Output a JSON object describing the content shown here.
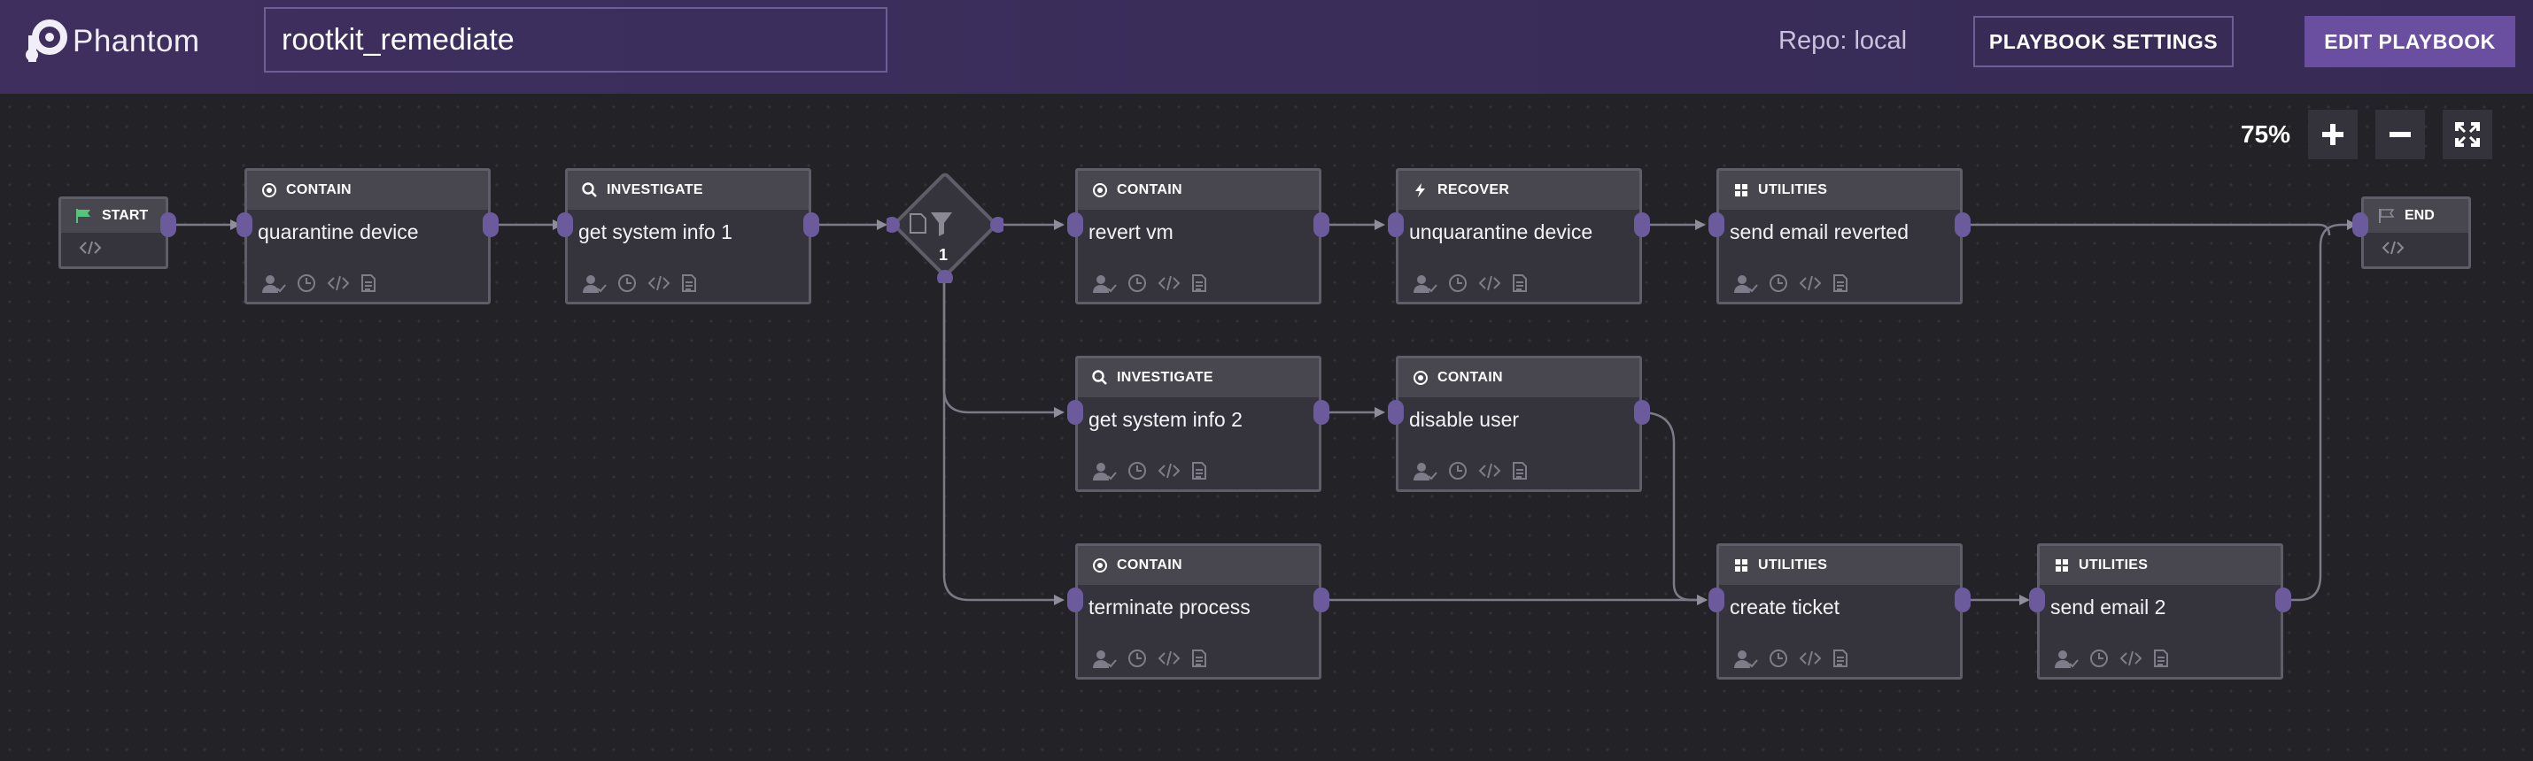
{
  "header": {
    "app_name": "Phantom",
    "playbook_name": "rootkit_remediate",
    "repo": "Repo: local",
    "settings_button": "PLAYBOOK SETTINGS",
    "edit_button": "EDIT PLAYBOOK"
  },
  "canvas": {
    "zoom": "75%",
    "start_label": "START",
    "end_label": "END",
    "filter_count": "1"
  },
  "nodes": [
    {
      "category": "CONTAIN",
      "title": "quarantine device",
      "icon": "target-icon"
    },
    {
      "category": "INVESTIGATE",
      "title": "get system info 1",
      "icon": "search-icon"
    },
    {
      "category": "CONTAIN",
      "title": "revert vm",
      "icon": "target-icon"
    },
    {
      "category": "RECOVER",
      "title": "unquarantine device",
      "icon": "bolt-icon"
    },
    {
      "category": "UTILITIES",
      "title": "send email reverted",
      "icon": "grid-icon"
    },
    {
      "category": "INVESTIGATE",
      "title": "get system info 2",
      "icon": "search-icon"
    },
    {
      "category": "CONTAIN",
      "title": "disable user",
      "icon": "target-icon"
    },
    {
      "category": "CONTAIN",
      "title": "terminate process",
      "icon": "target-icon"
    },
    {
      "category": "UTILITIES",
      "title": "create ticket",
      "icon": "grid-icon"
    },
    {
      "category": "UTILITIES",
      "title": "send email 2",
      "icon": "grid-icon"
    }
  ],
  "colors": {
    "header_bg": "#3e2f5f",
    "accent": "#6a4fa0",
    "port": "#6b5a9c",
    "canvas_bg": "#232227",
    "start_flag": "#57c27a"
  }
}
